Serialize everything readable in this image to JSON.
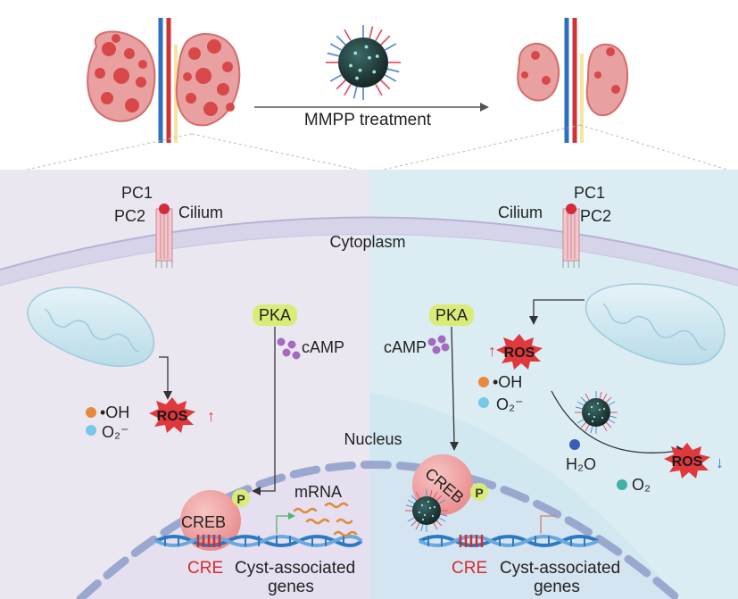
{
  "header": {
    "treatment_label": "MMPP treatment"
  },
  "left_panel": {
    "pc1_label": "PC1",
    "pc2_label": "PC2",
    "cilium_label": "Cilium",
    "pka_label": "PKA",
    "camp_label": "cAMP",
    "oh_label": "•OH",
    "o2_label": "O₂⁻",
    "ros_label": "ROS",
    "ros_arrow": "↑",
    "creb_label": "CREB",
    "p_label": "P",
    "mrna_label": "mRNA",
    "cre_label": "CRE",
    "genes_label_line1": "Cyst-associated",
    "genes_label_line2": "genes"
  },
  "center": {
    "cytoplasm_label": "Cytoplasm",
    "nucleus_label": "Nucleus"
  },
  "right_panel": {
    "pc1_label": "PC1",
    "pc2_label": "PC2",
    "cilium_label": "Cilium",
    "pka_label": "PKA",
    "camp_label": "cAMP",
    "ros_label": "ROS",
    "ros_up_arrow": "↑",
    "oh_label": "•OH",
    "o2_label": "O₂⁻",
    "h2o_label": "H₂O",
    "o2_product_label": "O₂",
    "ros_reduced_label": "ROS",
    "ros_down_arrow": "↓",
    "creb_label": "CREB",
    "p_label": "P",
    "cre_label": "CRE",
    "genes_label_line1": "Cyst-associated",
    "genes_label_line2": "genes"
  },
  "colors": {
    "left_bg": "#ece6f2",
    "right_bg": "#dceef4",
    "kidney_fill": "#e9a0a0",
    "kidney_stroke": "#d46c6c",
    "cyst_red": "#d84848",
    "ros_red": "#e0383c",
    "creb_pink": "#f2a7a7",
    "pka_green": "#d9ec78",
    "camp_purple": "#a36bbf",
    "cre_red": "#d92a2a",
    "dna_blue": "#2c79c2",
    "nanoparticle": "#21403f",
    "oh_orange": "#e78a3c",
    "o2_cyan": "#76c8e6",
    "h2o_blue": "#3d5cb8",
    "o2_teal": "#3fb1a5"
  }
}
